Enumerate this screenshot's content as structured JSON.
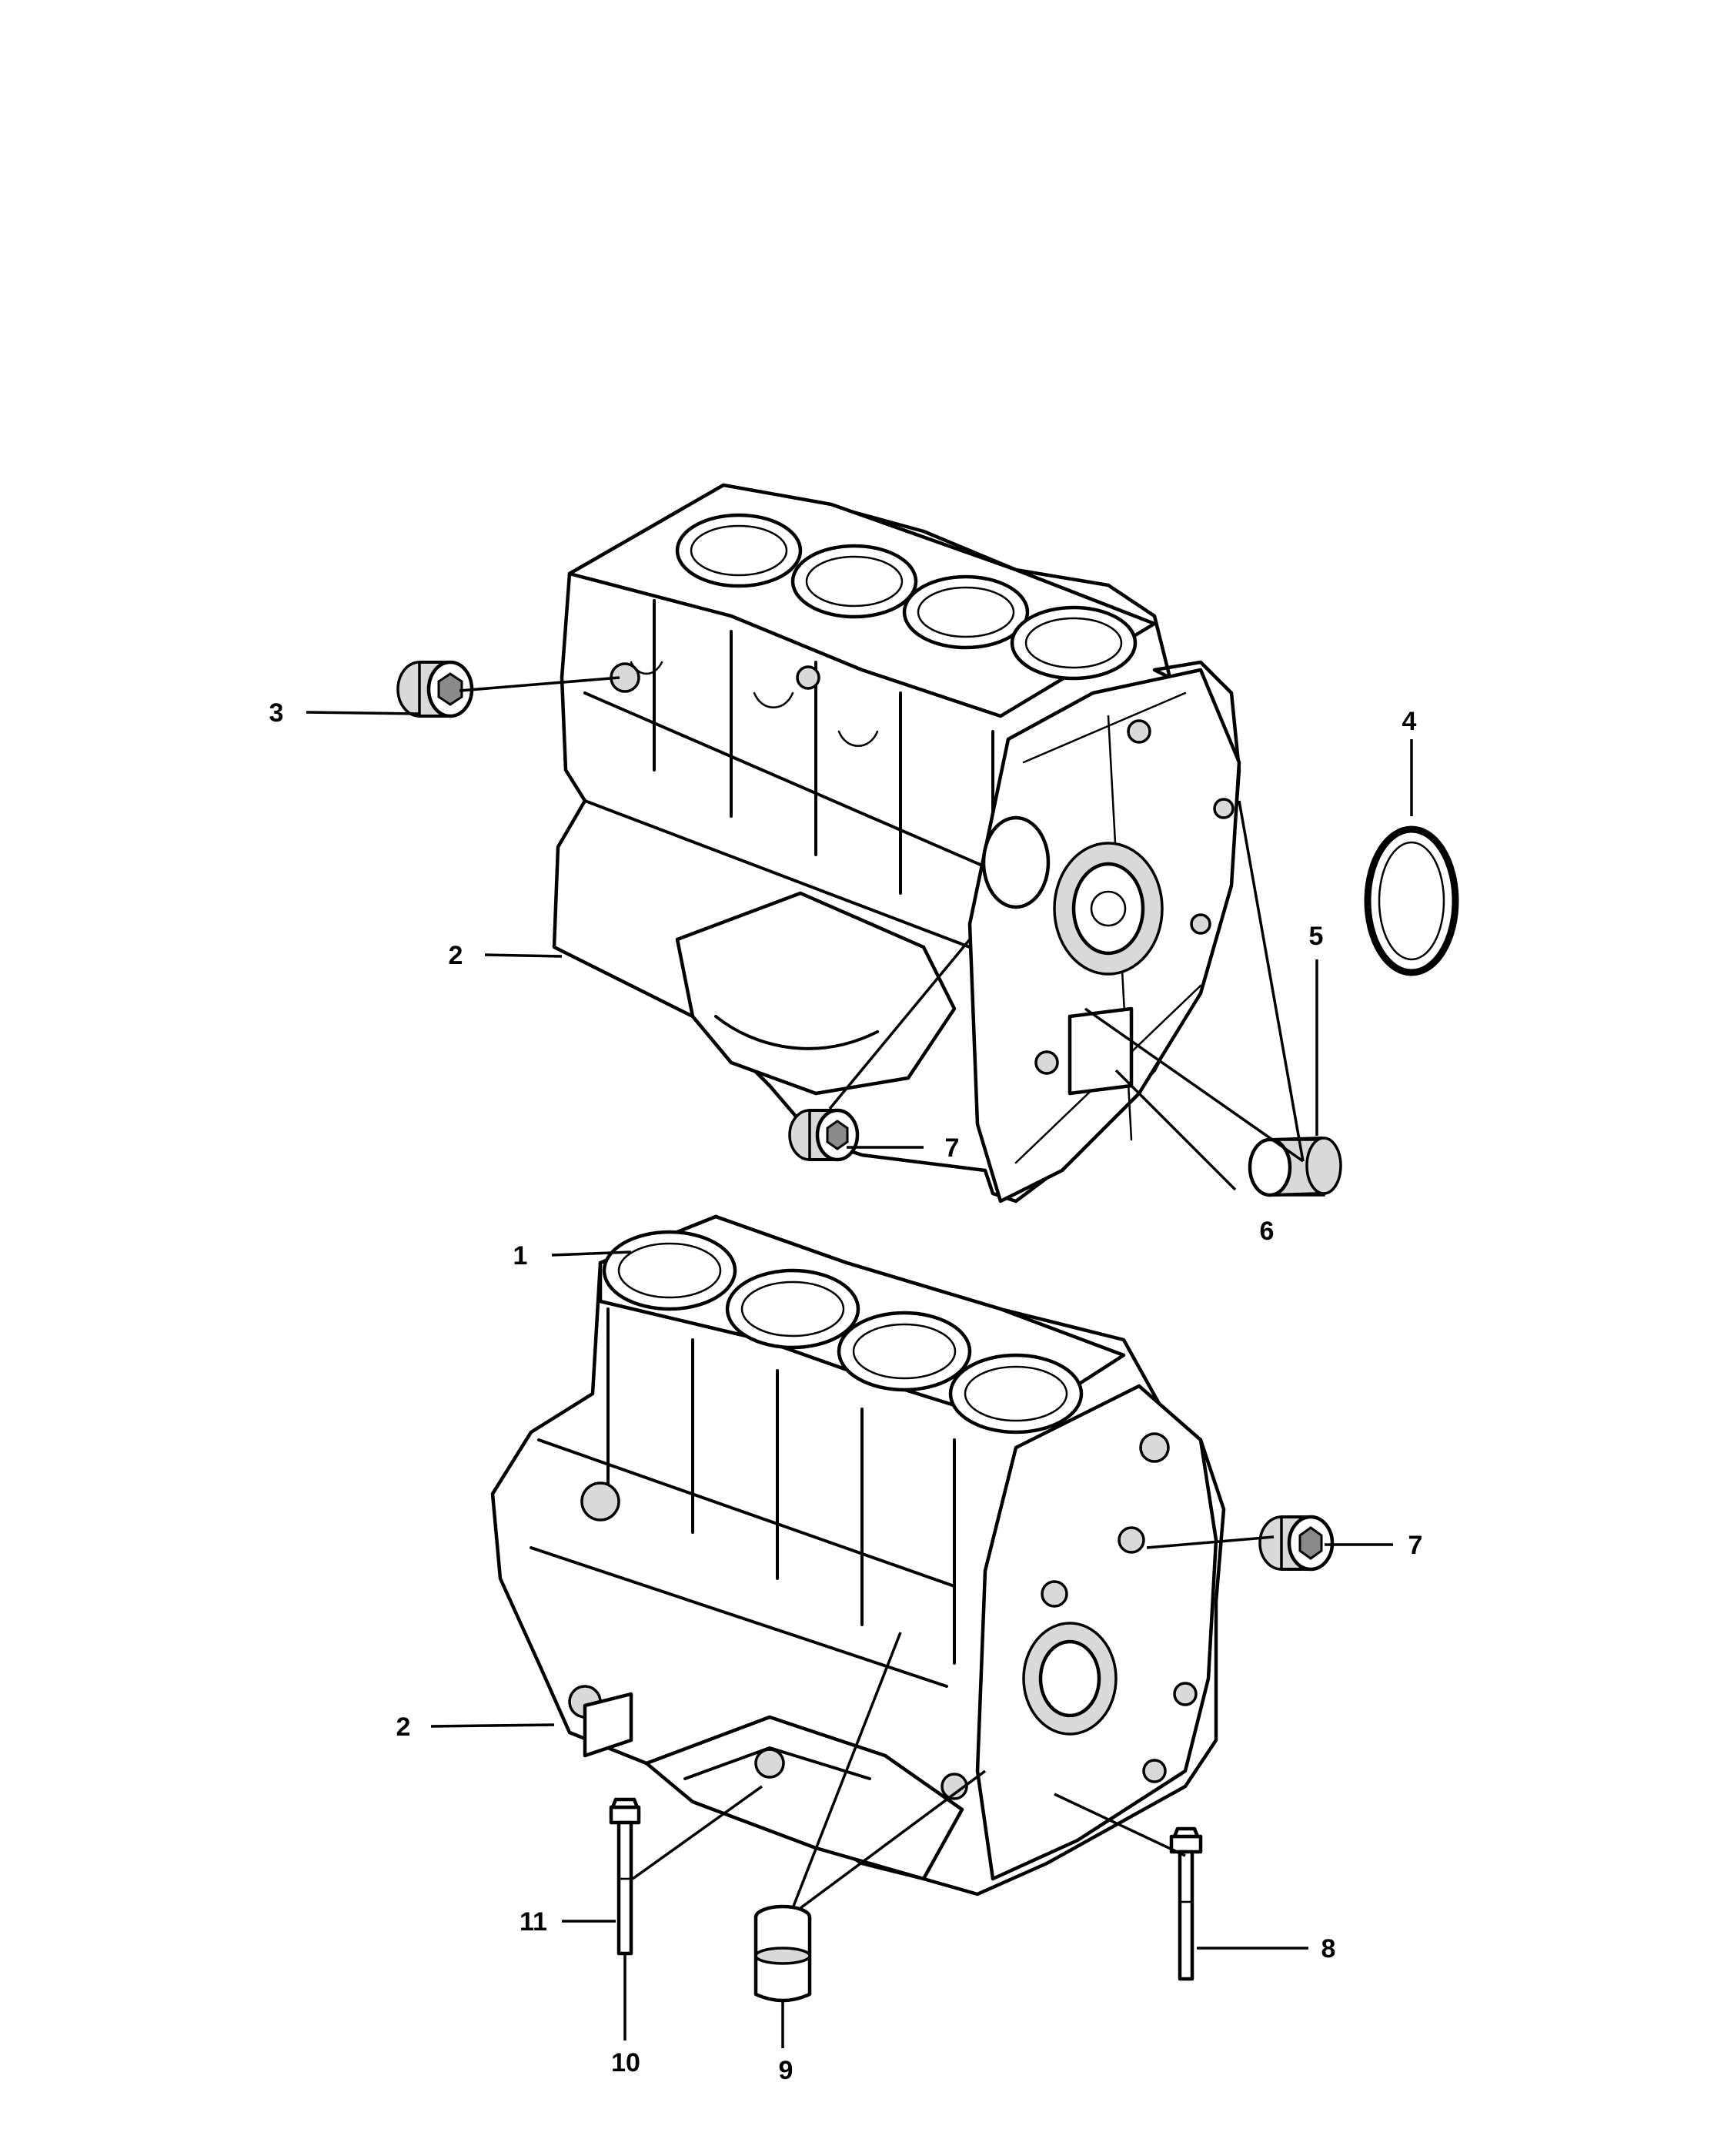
{
  "callouts": [
    {
      "id": "1",
      "label": "1"
    },
    {
      "id": "2a",
      "label": "2"
    },
    {
      "id": "2b",
      "label": "2"
    },
    {
      "id": "3",
      "label": "3"
    },
    {
      "id": "4",
      "label": "4"
    },
    {
      "id": "5",
      "label": "5"
    },
    {
      "id": "6",
      "label": "6"
    },
    {
      "id": "7a",
      "label": "7"
    },
    {
      "id": "7b",
      "label": "7"
    },
    {
      "id": "8",
      "label": "8"
    },
    {
      "id": "9",
      "label": "9"
    },
    {
      "id": "10",
      "label": "10"
    },
    {
      "id": "11",
      "label": "11"
    }
  ],
  "colors": {
    "line": "#000000",
    "background": "#ffffff",
    "shade": "#d9d9d9"
  }
}
